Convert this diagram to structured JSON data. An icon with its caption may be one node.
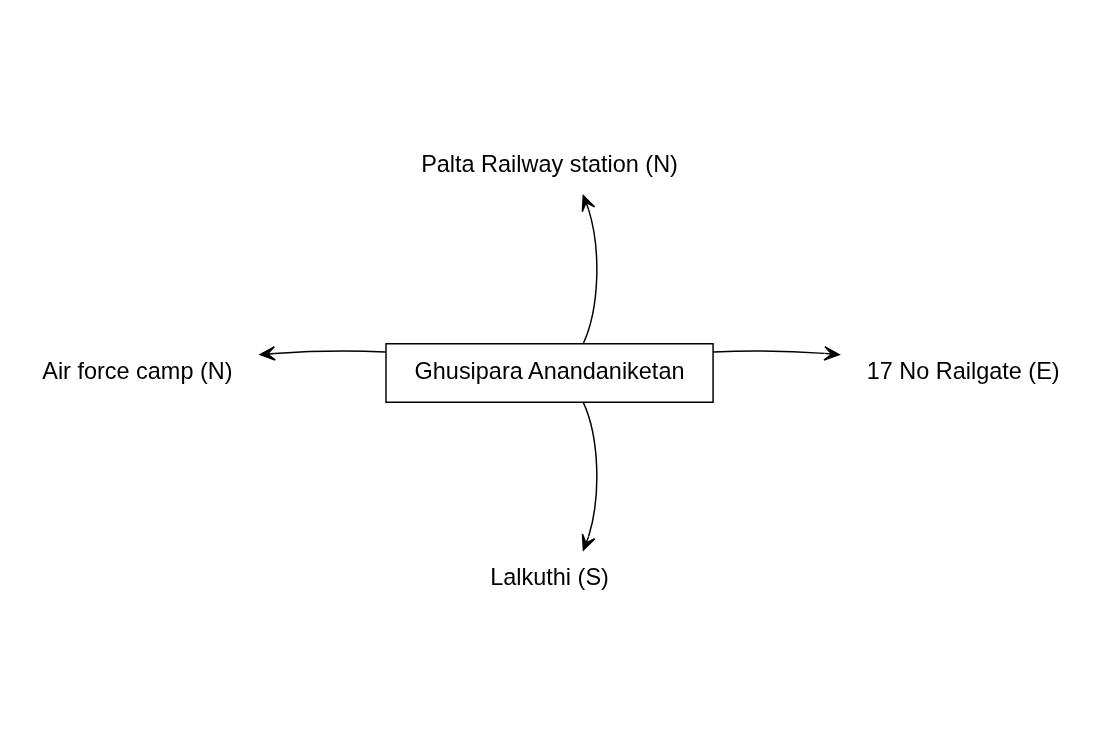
{
  "diagram": {
    "nodes": [
      {
        "text": [
          "Ghusipara Anandaniketan"
        ]
      },
      {
        "text": [
          "Palta Railway station (N)"
        ]
      },
      {
        "text": [
          "Air force camp (N)"
        ]
      },
      {
        "text": [
          "17 No Railgate (E)"
        ]
      },
      {
        "text": [
          "Lalkuthi (S)"
        ]
      }
    ],
    "edges": [
      {
        "from": 0,
        "to": 1,
        "arrow": "to"
      },
      {
        "from": 0,
        "to": 2,
        "arrow": "to"
      },
      {
        "from": 0,
        "to": 3,
        "arrow": "to"
      },
      {
        "from": 0,
        "to": 4,
        "arrow": "to"
      }
    ]
  }
}
